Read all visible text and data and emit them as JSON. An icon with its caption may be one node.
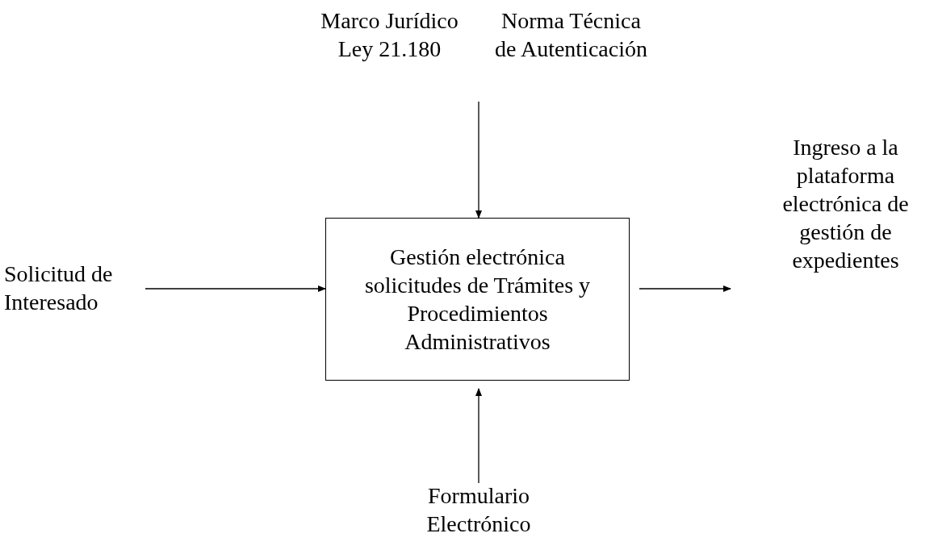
{
  "diagram": {
    "nodes": [
      {
        "text": [
          "Marco Jurídico Ley 21.180",
          "Norma Técnica de Autenticación"
        ]
      },
      {
        "text": [
          "Solicitud de Interesado"
        ]
      },
      {
        "text": [
          "Gestión electrónica solicitudes de Trámites y Procedimientos Administrativos"
        ]
      },
      {
        "text": [
          "Ingreso a la plataforma electrónica de gestión de expedientes"
        ]
      },
      {
        "text": [
          "Formulario Electrónico"
        ]
      }
    ],
    "edges": [
      {
        "from": 0,
        "to": 2,
        "arrow": "to"
      },
      {
        "from": 1,
        "to": 2,
        "arrow": "to"
      },
      {
        "from": 2,
        "to": 3,
        "arrow": "to"
      },
      {
        "from": 4,
        "to": 2,
        "arrow": "to"
      }
    ]
  }
}
